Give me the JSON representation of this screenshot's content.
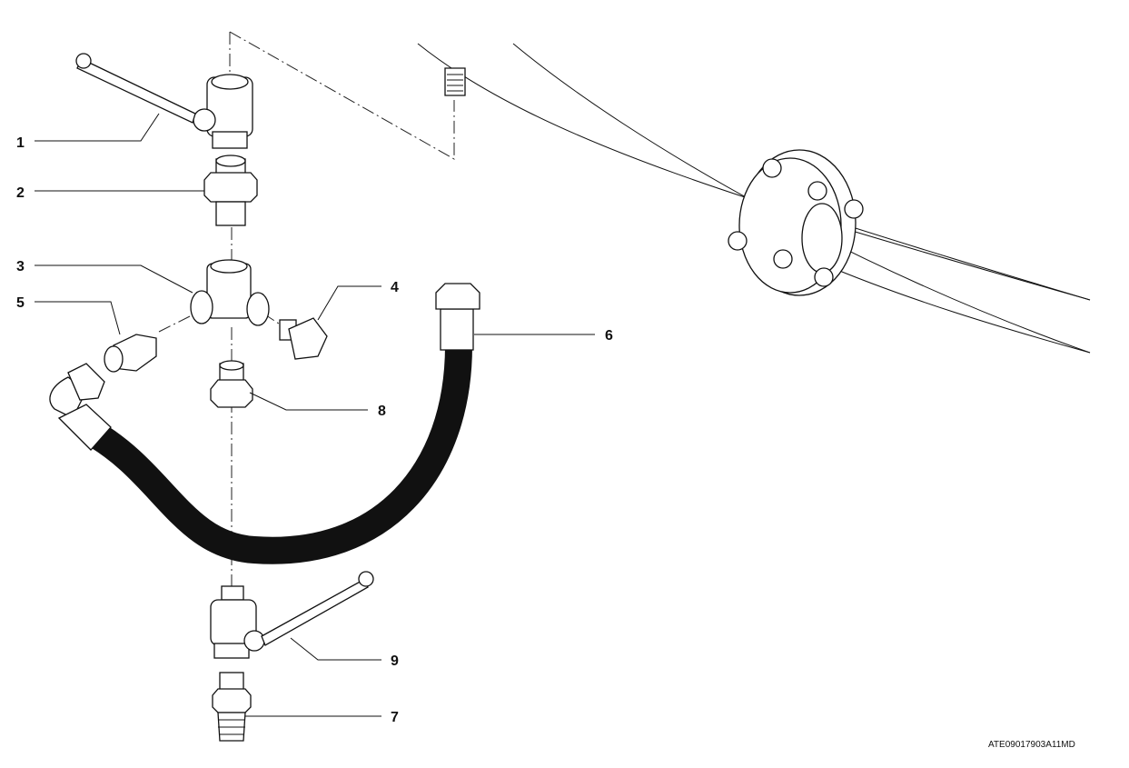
{
  "callouts": {
    "c1": "1",
    "c2": "2",
    "c3": "3",
    "c4": "4",
    "c5": "5",
    "c6": "6",
    "c7": "7",
    "c8": "8",
    "c9": "9"
  },
  "figure_code": "ATE09017903A11MD"
}
